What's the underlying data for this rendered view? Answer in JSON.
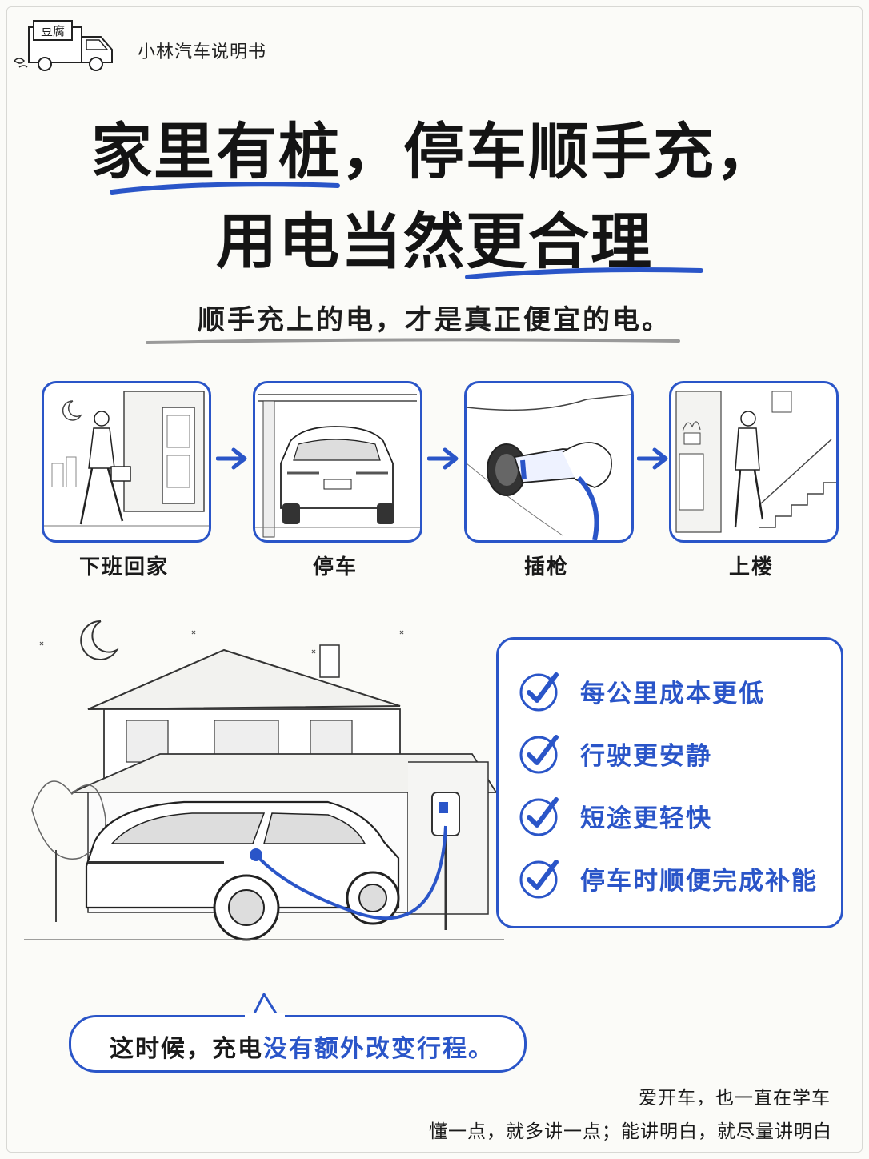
{
  "brand": {
    "logo_text": "豆腐",
    "name": "小林汽车说明书"
  },
  "headline": {
    "line1": "家里有桩，停车顺手充，",
    "line2": "用电当然更合理"
  },
  "subtitle": "顺手充上的电，才是真正便宜的电。",
  "steps": [
    {
      "label": "下班回家"
    },
    {
      "label": "停车"
    },
    {
      "label": "插枪"
    },
    {
      "label": "上楼"
    }
  ],
  "benefits": [
    "每公里成本更低",
    "行驶更安静",
    "短途更轻快",
    "停车时顺便完成补能"
  ],
  "bubble": {
    "plain": "这时候，充电",
    "highlight": "没有额外改变行程。"
  },
  "footer": {
    "line1": "爱开车，也一直在学车",
    "line2": "懂一点，就多讲一点；能讲明白，就尽量讲明白"
  },
  "colors": {
    "accent": "#2a55c8",
    "text": "#1a1a1a",
    "background": "#fbfbf8"
  }
}
